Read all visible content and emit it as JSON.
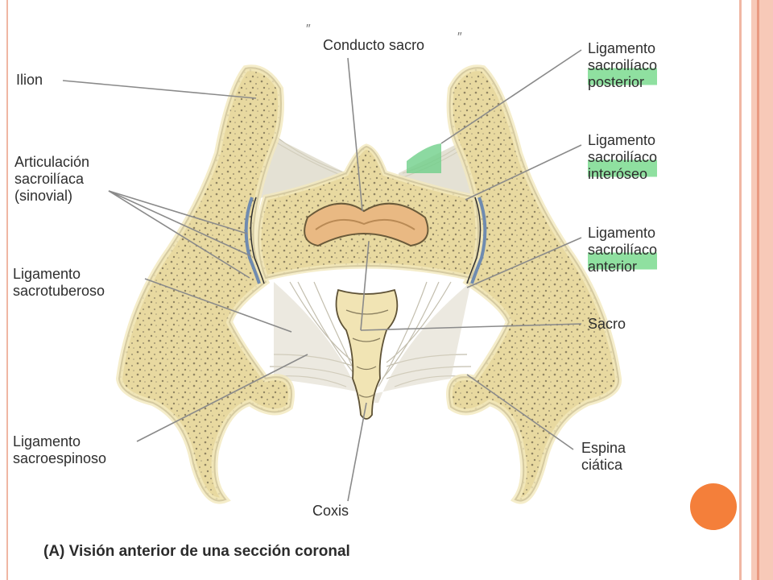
{
  "labels": {
    "conducto_sacro": "Conducto sacro",
    "ilion": "Ilion",
    "articulacion": "Articulación\nsacroilíaca\n(sinovial)",
    "lig_sacrotuberoso": "Ligamento\nsacrotuberoso",
    "lig_sacroespinoso": "Ligamento\nsacroespinoso",
    "coxis": "Coxis",
    "lig_posterior": "Ligamento\nsacroilíaco\nposterior",
    "lig_interoseo": "Ligamento\nsacroilíaco\ninteróseo",
    "lig_anterior": "Ligamento\nsacroilíaco\nanterior",
    "sacro": "Sacro",
    "espina_ciatica": "Espina\nciática"
  },
  "caption": "(A) Visión anterior de una sección coronal",
  "colors": {
    "bone": "#f1e4b4",
    "bone_outline": "#5e5236",
    "cartilage": "#e9b983",
    "ligament": "#d7d2c0",
    "highlight": "#8fe0a0",
    "accent": "#f47f3a"
  }
}
